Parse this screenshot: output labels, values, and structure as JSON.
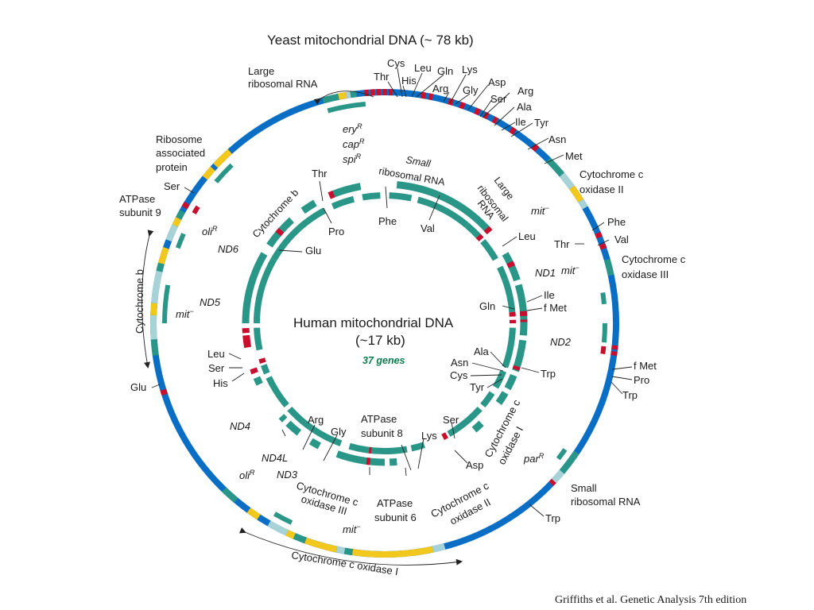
{
  "colors": {
    "blue": "#0a6fc4",
    "teal": "#2a9687",
    "red": "#c8102e",
    "yellow": "#f2c81d",
    "pale": "#a7d3d6"
  },
  "yeast": {
    "title": "Yeast mitochondrial DNA (~ 78 kb)",
    "labels": {
      "large_rrna_1": "Large",
      "large_rrna_2": "ribosomal RNA",
      "thr": "Thr",
      "cys": "Cys",
      "his": "His",
      "leu": "Leu",
      "gln": "Gln",
      "lys": "Lys",
      "arg1": "Arg",
      "gly": "Gly",
      "asp": "Asp",
      "arg2": "Arg",
      "ser1": "Ser",
      "ala": "Ala",
      "ile": "Ile",
      "tyr": "Tyr",
      "asn": "Asn",
      "met": "Met",
      "cox2_1": "Cytochrome c",
      "cox2_2": "oxidase II",
      "phe": "Phe",
      "val": "Val",
      "thr2": "Thr",
      "cox3_1": "Cytochrome c",
      "cox3_2": "oxidase III",
      "fmet": "f Met",
      "pro": "Pro",
      "trp1": "Trp",
      "small_rrna_1": "Small",
      "small_rrna_2": "ribosomal RNA",
      "trp2": "Trp",
      "cox1": "Cytochrome c oxidase I",
      "glu": "Glu",
      "cytb": "Cytochrome b",
      "atpase9_1": "ATPase",
      "atpase9_2": "subunit 9",
      "ser2": "Ser",
      "rib_1": "Ribosome",
      "rib_2": "associated",
      "rib_3": "protein",
      "ery": "ery",
      "cap": "cap",
      "spi": "spi",
      "R": "R",
      "oli": "oli",
      "par": "par",
      "mit": "mit",
      "minus": "−"
    }
  },
  "human": {
    "title_1": "Human mitochondrial DNA",
    "title_2": "(~17 kb)",
    "gene_count": "37 genes",
    "labels": {
      "small_rrna_1": "Small",
      "small_rrna_2": "ribosomal RNA",
      "large_rrna_1": "Large",
      "large_rrna_2": "ribosomal",
      "large_rrna_3": "RNA",
      "thr": "Thr",
      "pro": "Pro",
      "phe": "Phe",
      "val": "Val",
      "cytb": "Cytochrome b",
      "nd6": "ND6",
      "glu": "Glu",
      "nd5": "ND5",
      "leu": "Leu",
      "ser": "Ser",
      "his": "His",
      "nd4": "ND4",
      "nd4l": "ND4L",
      "nd3": "ND3",
      "arg": "Arg",
      "gly": "Gly",
      "atpase8_1": "ATPase",
      "atpase8_2": "subunit 8",
      "lys": "Lys",
      "atpase6_1": "ATPase",
      "atpase6_2": "subunit 6",
      "cox3_1": "Cytochrome c",
      "cox3_2": "oxidase III",
      "cox2_1": "Cytochrome c",
      "cox2_2": "oxidase II",
      "ser2": "Ser",
      "asp": "Asp",
      "cox1_1": "Cytochrome c",
      "cox1_2": "oxidase I",
      "leu2": "Leu",
      "nd1": "ND1",
      "ile": "Ile",
      "gln": "Gln",
      "fmet": "f Met",
      "nd2": "ND2",
      "ala": "Ala",
      "asn": "Asn",
      "cys": "Cys",
      "tyr": "Tyr",
      "trp": "Trp"
    }
  },
  "citation": "Griffiths et al. Genetic Analysis  7th edition"
}
